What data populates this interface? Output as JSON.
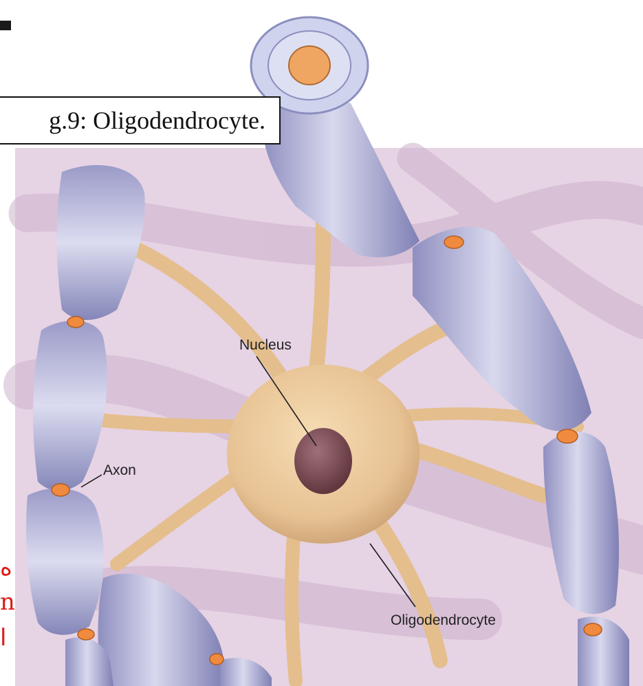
{
  "figure": {
    "caption": "g.9: Oligodendrocyte.",
    "labels": {
      "nucleus": "Nucleus",
      "axon": "Axon",
      "oligodendrocyte": "Oligodendrocyte"
    },
    "side_text_fragments": [
      "ه",
      "n",
      "ا"
    ]
  },
  "colors": {
    "background": "#e6d3e4",
    "myelin_sheath": "#b9b8d8",
    "cell_body": "#eac99a",
    "nucleus": "#7d4a52",
    "node_of_ranvier": "#ef8a3e",
    "caption_border": "#111111",
    "side_text": "#e01818"
  }
}
